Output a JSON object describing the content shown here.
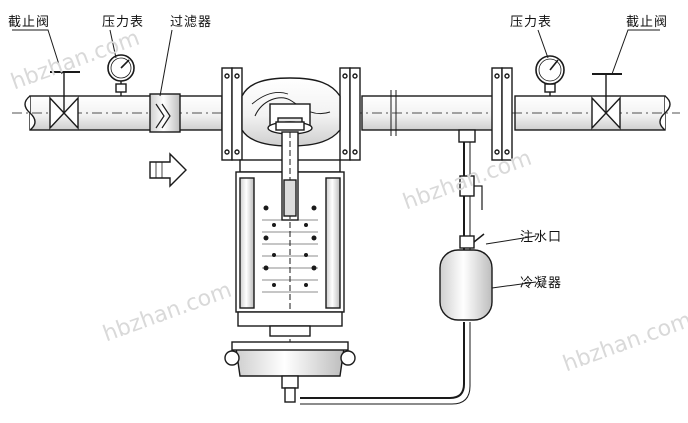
{
  "labels": {
    "shutoff_left": "截止阀",
    "gauge_left": "压力表",
    "filter": "过滤器",
    "gauge_right": "压力表",
    "shutoff_right": "截止阀",
    "water_inlet": "注水口",
    "condenser": "冷凝器"
  },
  "watermarks": [
    "hbzhan.com",
    "hbzhan.com",
    "hbzhan.com",
    "hbzhan.com"
  ],
  "colors": {
    "line": "#1a1a1a",
    "pipe_fill": "#ffffff",
    "shade": "#bfbfbf"
  }
}
